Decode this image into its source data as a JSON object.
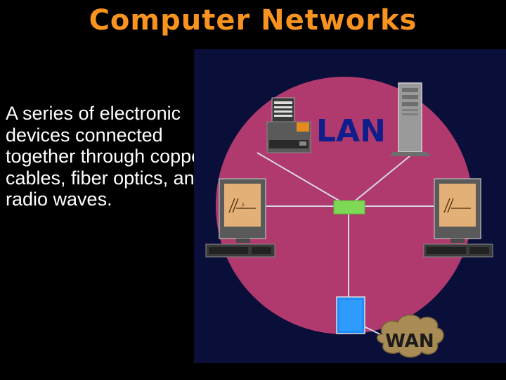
{
  "slide": {
    "title": "Computer Networks",
    "description": "A series of electronic devices connected together through copper cables, fiber optics, and radio waves."
  },
  "diagram": {
    "lan_label": "LAN",
    "wan_label": "WAN",
    "colors": {
      "title": "#F7931E",
      "panel_bg": "#0A0F3A",
      "circle": "#B03A6E",
      "lines": "#D8D8E8",
      "hub": "#7ED957",
      "lan_text": "#101E8C",
      "wan_cloud": "#A88B55",
      "wan_text": "#1B1B1B",
      "router": "#1E8CFF"
    },
    "icons": [
      "printer-icon",
      "server-tower-icon",
      "computer-left-icon",
      "computer-right-icon",
      "hub-icon",
      "router-icon",
      "wan-cloud-icon"
    ]
  }
}
